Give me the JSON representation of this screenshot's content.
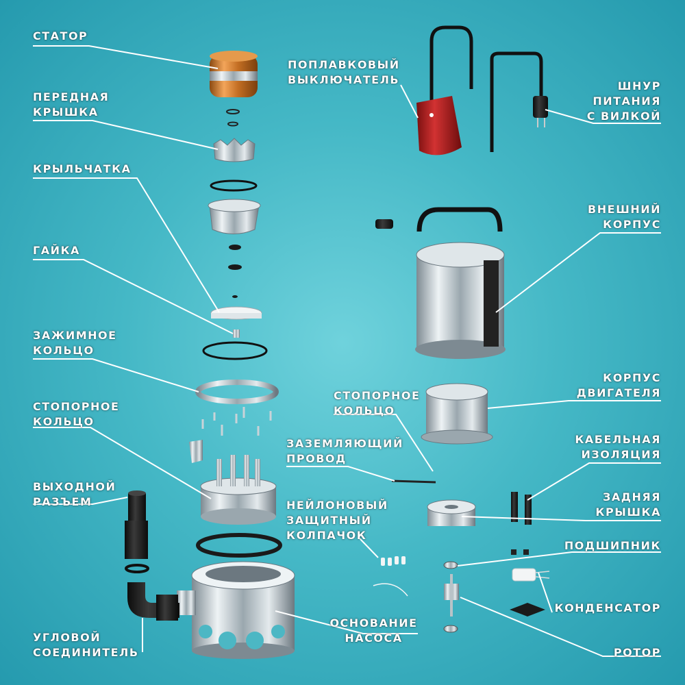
{
  "labels": {
    "stator": "СТАТОР",
    "front_cover": [
      "ПЕРЕДНАЯ",
      "КРЫШКА"
    ],
    "impeller": "КРЫЛЬЧАТКА",
    "nut": "ГАЙКА",
    "clamp_ring": [
      "ЗАЖИМНОЕ",
      "КОЛЬЦО"
    ],
    "retaining_ring_left": [
      "СТОПОРНОЕ",
      "КОЛЬЦО"
    ],
    "outlet": [
      "ВЫХОДНОЙ",
      "РАЗЪЕМ"
    ],
    "elbow": [
      "УГЛОВОЙ",
      "СОЕДИНИТЕЛЬ"
    ],
    "float_switch": [
      "ПОПЛАВКОВЫЙ",
      "ВЫКЛЮЧАТЕЛЬ"
    ],
    "power_cord": [
      "ШНУР",
      "ПИТАНИЯ",
      "С ВИЛКОЙ"
    ],
    "outer_housing": [
      "ВНЕШНИЙ",
      "КОРПУС"
    ],
    "motor_housing": [
      "КОРПУС",
      "ДВИГАТЕЛЯ"
    ],
    "retaining_ring_mid": [
      "СТОПОРНОЕ",
      "КОЛЬЦО"
    ],
    "ground_wire": [
      "ЗАЗЕМЛЯЮЩИЙ",
      "ПРОВОД"
    ],
    "cable_insulation": [
      "КАБЕЛЬНАЯ",
      "ИЗОЛЯЦИЯ"
    ],
    "rear_cover": [
      "ЗАДНЯЯ",
      "КРЫШКА"
    ],
    "nylon_cap": [
      "НЕЙЛОНОВЫЙ",
      "ЗАЩИТНЫЙ",
      "КОЛПАЧОК"
    ],
    "bearing": "ПОДШИПНИК",
    "capacitor": "КОНДЕНСАТОР",
    "pump_base": [
      "ОСНОВАНИЕ",
      "НАСОСА"
    ],
    "rotor": "РОТОР"
  },
  "colors": {
    "background_center": "#6fd2dc",
    "background_edge": "#259aae",
    "steel": "#c9d3d8",
    "copper": "#d9822b",
    "float_red": "#b81e1e",
    "rubber": "#1c1c1c",
    "leader": "#ffffff"
  }
}
